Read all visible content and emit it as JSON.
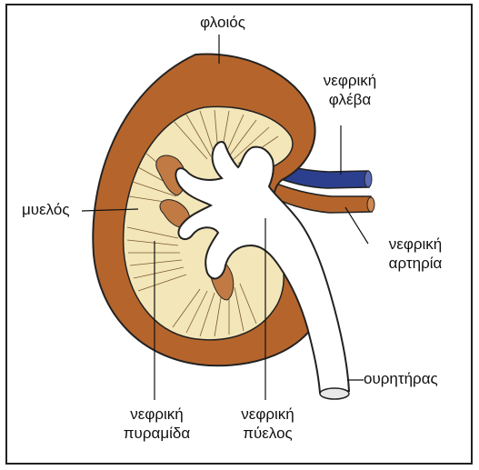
{
  "labels": {
    "cortex": "φλοιός",
    "medulla": "μυελός",
    "renal_vein": [
      "νεφρική",
      "φλέβα"
    ],
    "renal_artery": [
      "νεφρική",
      "αρτηρία"
    ],
    "renal_pyramid": [
      "νεφρική",
      "πυραμίδα"
    ],
    "renal_pelvis": [
      "νεφρική",
      "πύελος"
    ],
    "ureter": "ουρητήρας"
  },
  "colors": {
    "cortex": "#b5652c",
    "medulla": "#f3e6b8",
    "pelvis": "#ffffff",
    "vein": "#2c3f8f",
    "artery": "#b5652c",
    "outline": "#222222"
  }
}
